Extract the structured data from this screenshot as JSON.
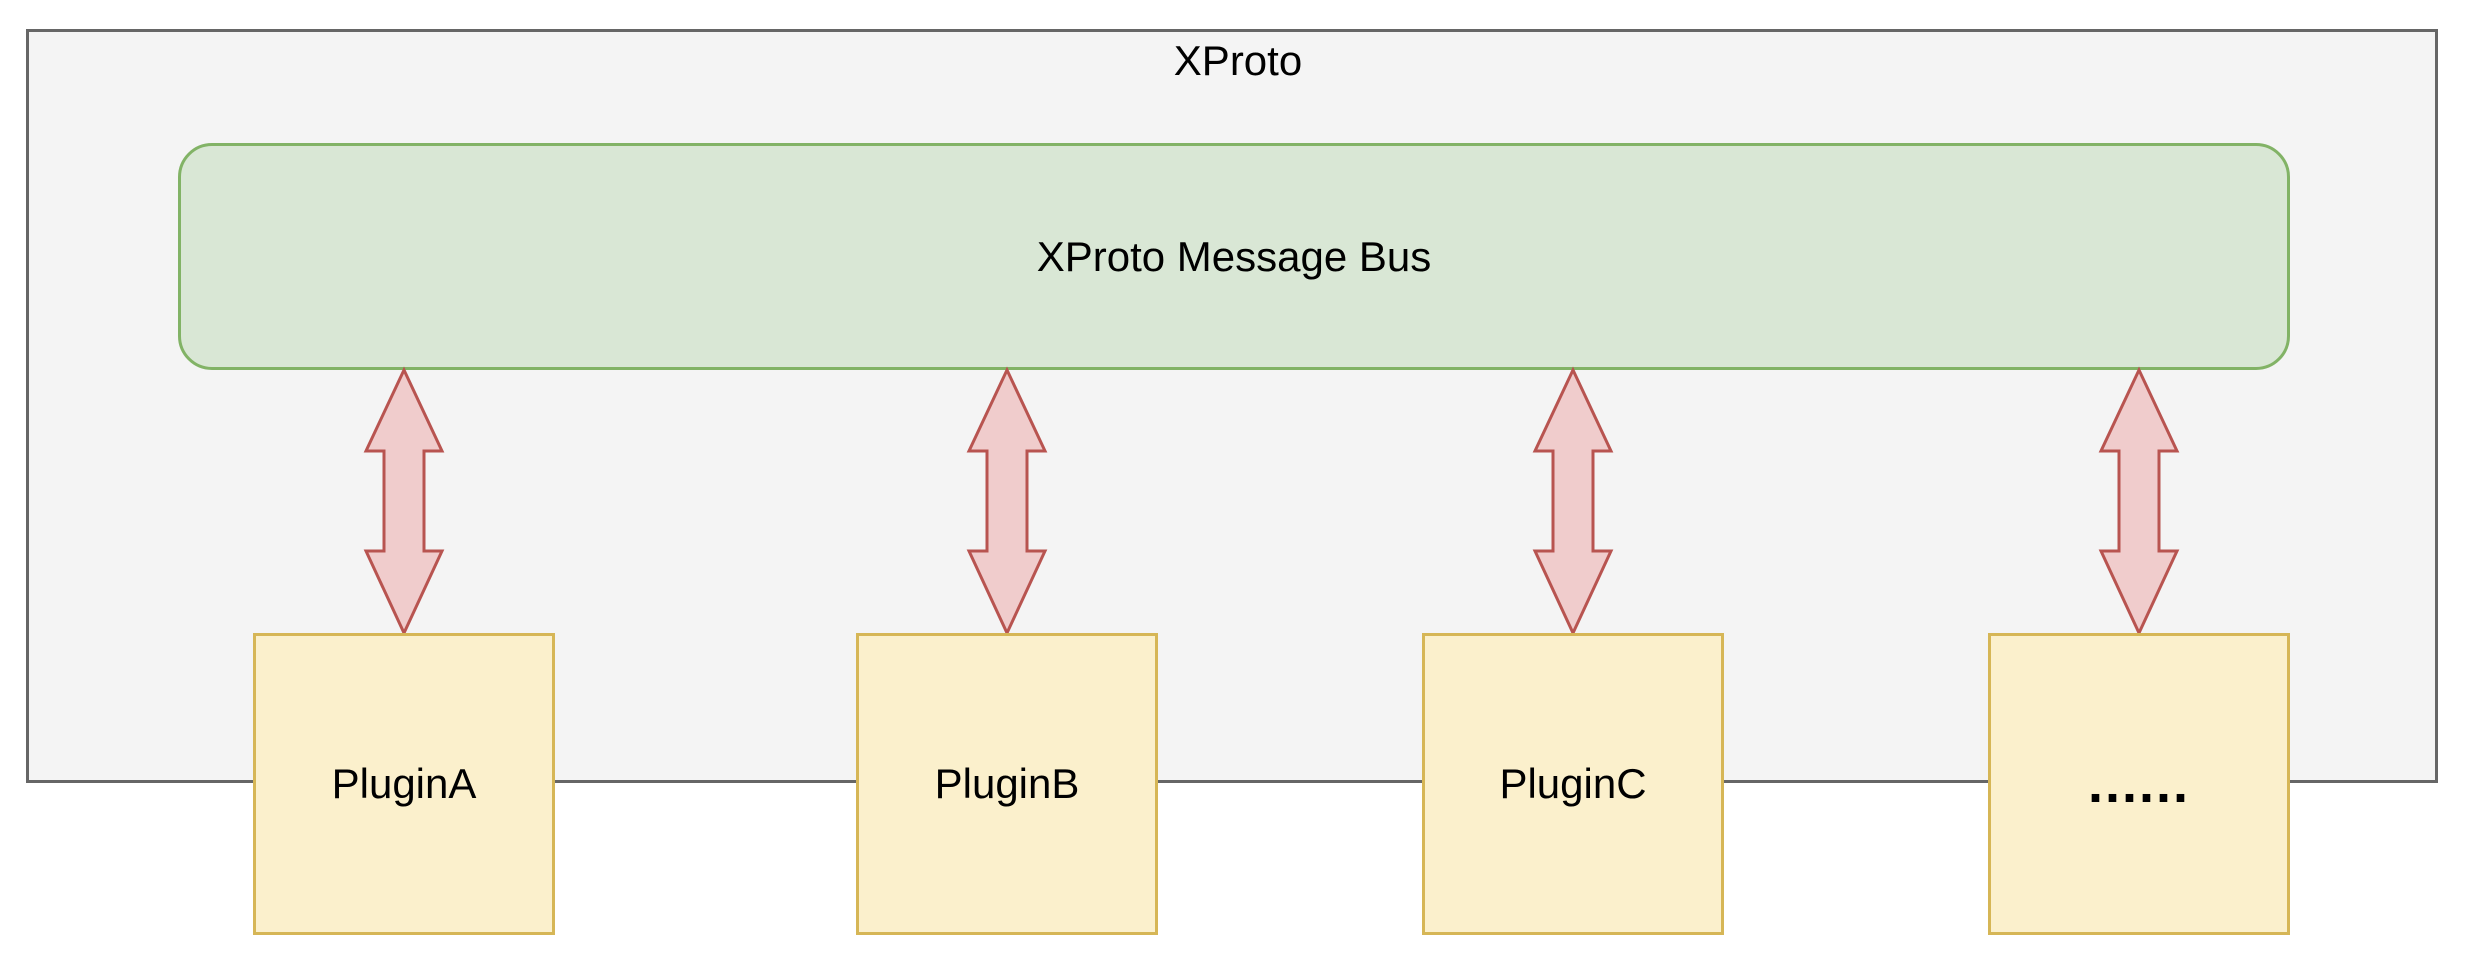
{
  "diagram": {
    "container": {
      "title": "XProto"
    },
    "bus": {
      "label": "XProto Message Bus"
    },
    "plugins": [
      {
        "label": "PluginA"
      },
      {
        "label": "PluginB"
      },
      {
        "label": "PluginC"
      },
      {
        "label": "......"
      }
    ],
    "colors": {
      "container_fill": "#f4f4f4",
      "container_stroke": "#666666",
      "bus_fill": "#d9e7d5",
      "bus_stroke": "#82b366",
      "plugin_fill": "#fbf0cc",
      "plugin_stroke": "#d6b656",
      "arrow_fill": "#f0cccc",
      "arrow_stroke": "#b85450"
    }
  }
}
